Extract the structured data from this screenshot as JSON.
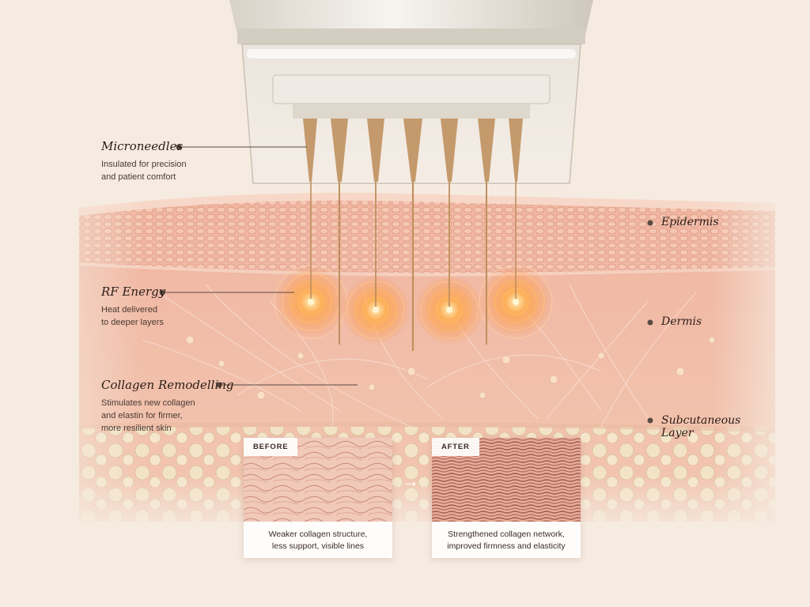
{
  "annotations": {
    "microneedles": {
      "title": "Microneedles",
      "desc": [
        "Insulated for precision",
        "and patient comfort"
      ]
    },
    "rf_energy": {
      "title": "RF Energy",
      "desc": [
        "Heat delivered",
        "to deeper layers"
      ]
    },
    "collagen": {
      "title": "Collagen Remodelling",
      "desc": [
        "Stimulates new collagen",
        "and elastin for firmer,",
        "more resilient skin"
      ]
    }
  },
  "layers": {
    "epidermis": "Epidermis",
    "dermis": "Dermis",
    "subcutaneous": [
      "Subcutaneous",
      "Layer"
    ]
  },
  "comparison": {
    "before": {
      "tag": "BEFORE",
      "caption": [
        "Weaker collagen structure,",
        "less support, visible lines"
      ]
    },
    "after": {
      "tag": "AFTER",
      "caption": [
        "Strengthened collagen network,",
        "improved firmness and elasticity"
      ]
    },
    "arrow": "→"
  },
  "colors": {
    "energy": "#ff9a3c",
    "epidermis": "#f0c2ae",
    "dermis": "#f2b7a3",
    "fat": "#f1e0c3",
    "needle": "#c49a6c"
  }
}
